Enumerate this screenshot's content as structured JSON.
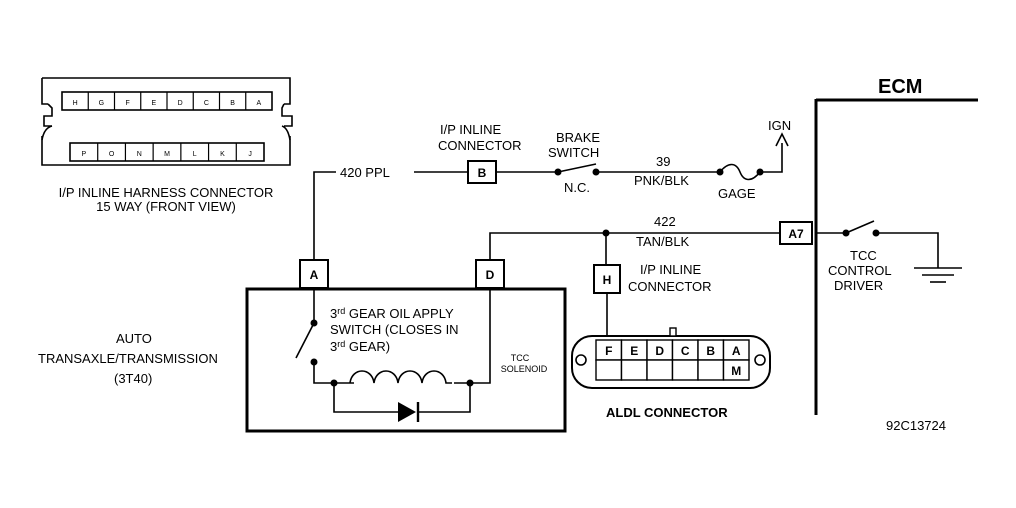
{
  "ecm": {
    "title": "ECM"
  },
  "harness_connector": {
    "caption_line1": "I/P INLINE HARNESS CONNECTOR",
    "caption_line2": "15 WAY (FRONT VIEW)",
    "top_pins": [
      "H",
      "G",
      "F",
      "E",
      "D",
      "C",
      "B",
      "A"
    ],
    "bottom_pins": [
      "P",
      "O",
      "N",
      "M",
      "L",
      "K",
      "J"
    ]
  },
  "wires": {
    "w420": "420 PPL",
    "w39": "39",
    "w39_color": "PNK/BLK",
    "w422": "422",
    "w422_color": "TAN/BLK"
  },
  "ip_inline_top": {
    "line1": "I/P INLINE",
    "line2": "CONNECTOR",
    "pin": "B"
  },
  "brake_switch": {
    "line1": "BRAKE",
    "line2": "SWITCH",
    "state": "N.C."
  },
  "gage": "GAGE",
  "ign": "IGN",
  "ecm_pin": "A7",
  "tcc_driver": {
    "line1": "TCC",
    "line2": "CONTROL",
    "line3": "DRIVER"
  },
  "transaxle": {
    "line1": "AUTO",
    "line2": "TRANSAXLE/TRANSMISSION",
    "line3": "(3T40)",
    "pin_a": "A",
    "pin_d": "D"
  },
  "gear_switch": {
    "line1_prefix": "3",
    "line1_sup": "rd",
    "line1_suffix": " GEAR OIL APPLY",
    "line2": "SWITCH  (CLOSES IN",
    "line3_prefix": "3",
    "line3_sup": "rd",
    "line3_suffix": " GEAR)"
  },
  "tcc_solenoid": {
    "line1": "TCC",
    "line2": "SOLENOID"
  },
  "ip_inline_h": {
    "line1": "I/P INLINE",
    "line2": "CONNECTOR",
    "pin": "H"
  },
  "aldl": {
    "caption": "ALDL CONNECTOR",
    "top_pins": [
      "F",
      "E",
      "D",
      "C",
      "B",
      "A"
    ],
    "bottom_pin": "M"
  },
  "figure_id": "92C13724"
}
